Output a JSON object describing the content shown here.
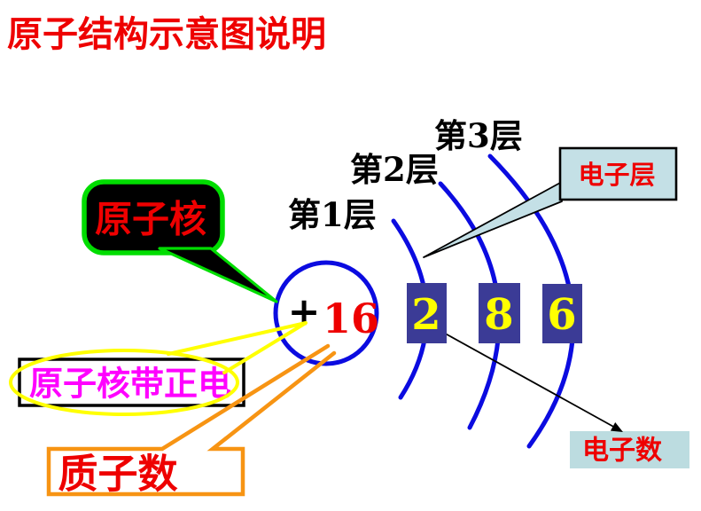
{
  "slide": {
    "title": "原子结构示意图说明"
  },
  "colors": {
    "red": "#ee0000",
    "blue": "#0b0be0",
    "navy": "#3b3b96",
    "yellow": "#ffff00",
    "green": "#00dd00",
    "orange": "#f79413",
    "magenta": "#ff00ff",
    "black": "#000000",
    "lightblue": "#c4e0e6",
    "lightblue2": "#bcdce0",
    "white": "#ffffff"
  },
  "diagram": {
    "nucleus_callout": {
      "label": "原子核"
    },
    "atom": {
      "plus_sign": "+",
      "proton_count": "16"
    },
    "shells": {
      "labels": [
        "第1层",
        "第2层",
        "第3层"
      ],
      "electron_counts": [
        "2",
        "8",
        "6"
      ]
    },
    "electron_shell_callout": {
      "label": "电子层"
    },
    "electron_count_callout": {
      "label": "电子数"
    },
    "nucleus_charge_note": {
      "label": "原子核带正电"
    },
    "proton_count_callout": {
      "label": "质子数"
    }
  }
}
